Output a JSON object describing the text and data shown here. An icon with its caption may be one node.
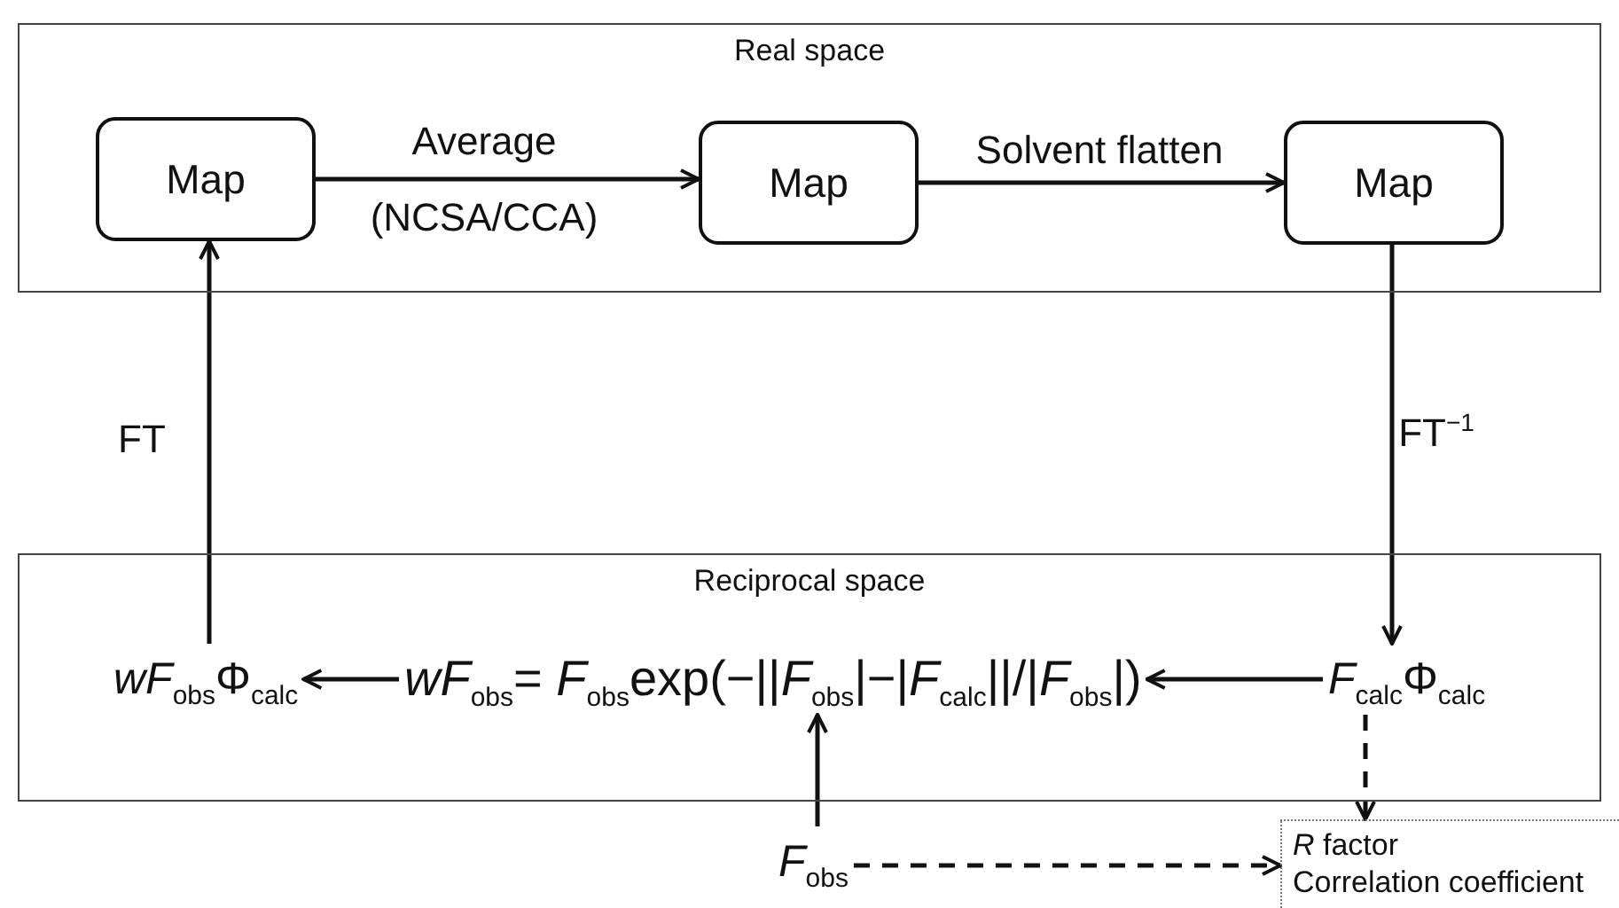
{
  "diagram": {
    "nodes": [
      {
        "text": [
          "Real space"
        ]
      },
      {
        "text": [
          "Map"
        ],
        "in": 0
      },
      {
        "text": [
          "Map"
        ],
        "in": 0
      },
      {
        "text": [
          "Map"
        ],
        "in": 0
      },
      {
        "text": [
          "Reciprocal space"
        ]
      },
      {
        "text": [
          "*wF*$_{obs}$Φ$_{calc}$"
        ],
        "in": 4
      },
      {
        "text": [
          "*wF*$_{obs}$= *F*$_{obs}$exp(−||*F*$_{obs}$|−|*F*$_{calc}$||/|*F*$_{obs}$|)"
        ],
        "in": 4
      },
      {
        "text": [
          "*F*$_{calc}$Φ$_{calc}$"
        ],
        "in": 4
      },
      {
        "text": [
          "*F*$_{obs}$"
        ]
      },
      {
        "text": [
          "*R* factor",
          "Correlation coefficient"
        ]
      }
    ],
    "edges": [
      {
        "from": 1,
        "to": 2,
        "arrow": "to",
        "label": "Average (NCSA/CCA)"
      },
      {
        "from": 2,
        "to": 3,
        "arrow": "to",
        "label": "Solvent flatten"
      },
      {
        "from": 5,
        "to": 1,
        "arrow": "to",
        "label": "FT"
      },
      {
        "from": 3,
        "to": 7,
        "arrow": "to",
        "label": "FT$^{−1}$"
      },
      {
        "from": 7,
        "to": 6,
        "arrow": "to"
      },
      {
        "from": 6,
        "to": 5,
        "arrow": "to"
      },
      {
        "from": 8,
        "to": 6,
        "arrow": "to"
      },
      {
        "from": 7,
        "to": 9,
        "arrow": "to",
        "style": "dashed"
      },
      {
        "from": 8,
        "to": 9,
        "arrow": "to",
        "style": "dashed"
      }
    ]
  }
}
